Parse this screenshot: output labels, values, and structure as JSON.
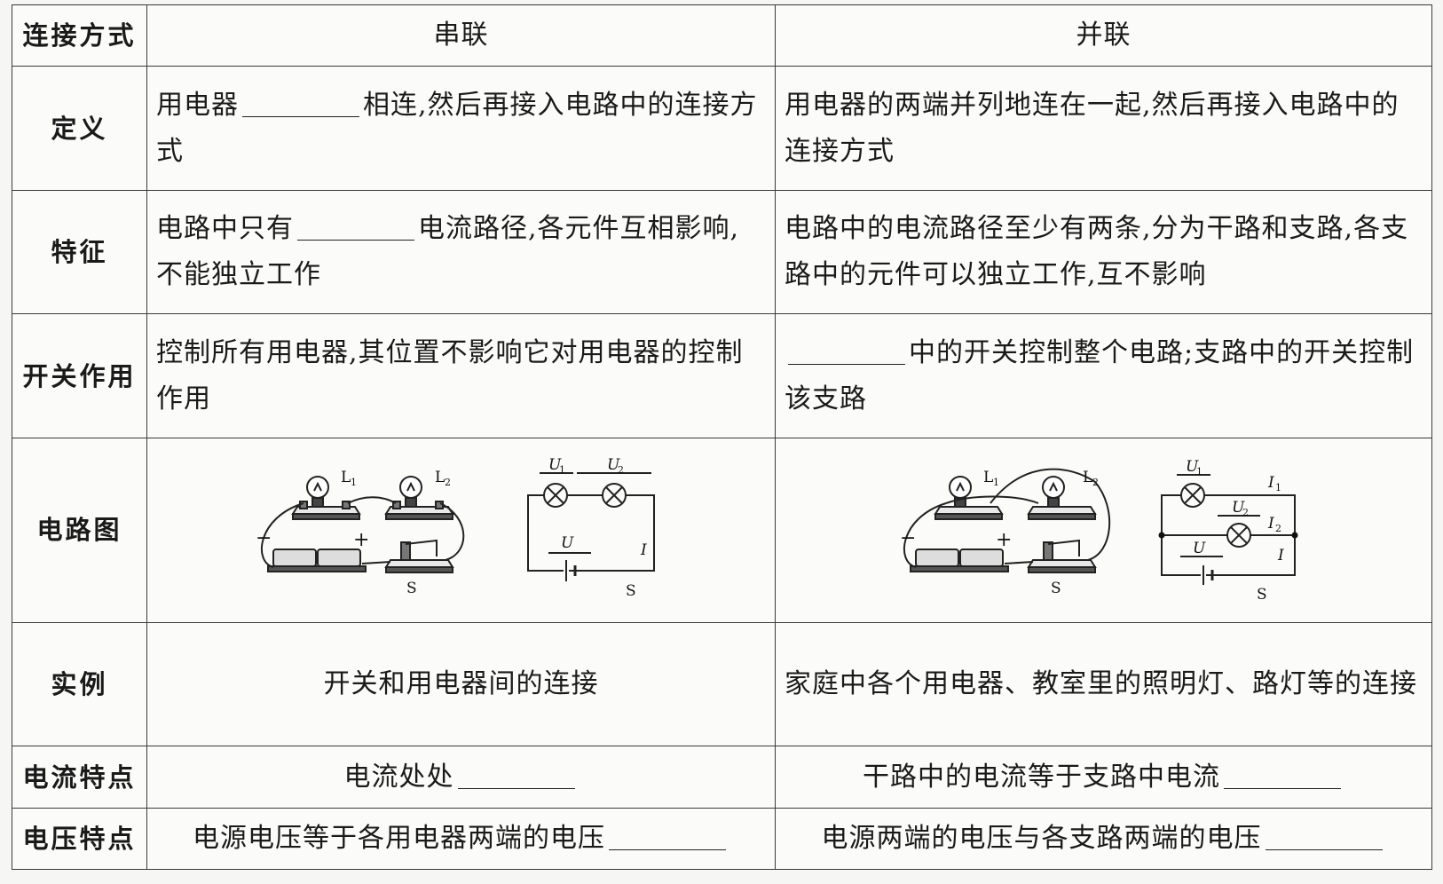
{
  "table": {
    "header": {
      "label": "连接方式",
      "series": "串联",
      "parallel": "并联"
    },
    "rows": {
      "definition": {
        "label": "定义",
        "series_before": "用电器",
        "series_after": "相连,然后再接入电路中的连接方式",
        "parallel": "用电器的两端并列地连在一起,然后再接入电路中的连接方式"
      },
      "feature": {
        "label": "特征",
        "series_before": "电路中只有",
        "series_after": "电流路径,各元件互相影响,不能独立工作",
        "parallel": "电路中的电流路径至少有两条,分为干路和支路,各支路中的元件可以独立工作,互不影响"
      },
      "switch": {
        "label": "开关作用",
        "series": "控制所有用电器,其位置不影响它对用电器的控制作用",
        "parallel_after": "中的开关控制整个电路;支路中的开关控制该支路"
      },
      "diagram": {
        "label": "电路图",
        "lamp1": "L",
        "lamp2": "L",
        "sub1": "1",
        "sub2": "2",
        "switch": "S",
        "minus": "−",
        "plus": "+",
        "voltage": "U",
        "current": "I"
      },
      "example": {
        "label": "实例",
        "series": "开关和用电器间的连接",
        "parallel": "家庭中各个用电器、教室里的照明灯、路灯等的连接"
      },
      "current_feature": {
        "label": "电流特点",
        "series_before": "电流处处",
        "parallel_before": "干路中的电流等于支路中电流"
      },
      "voltage_feature": {
        "label": "电压特点",
        "series_before": "电源电压等于各用电器两端的电压",
        "parallel_before": "电源两端的电压与各支路两端的电压"
      }
    }
  }
}
